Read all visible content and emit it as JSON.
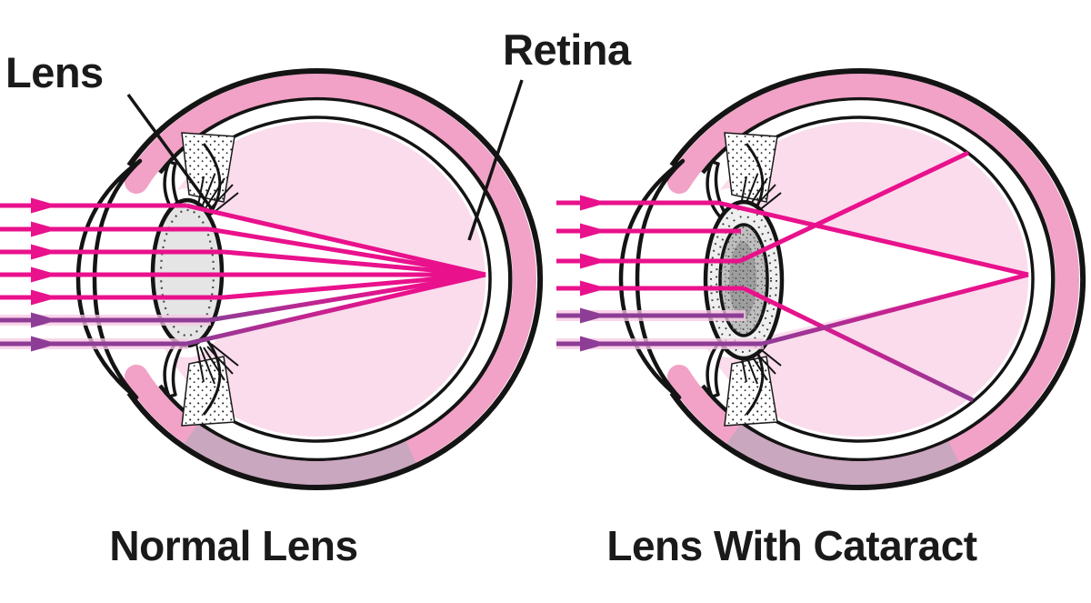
{
  "annotations": {
    "lens_label": "Lens",
    "retina_label": "Retina"
  },
  "panels": {
    "left": {
      "caption": "Normal Lens",
      "lens_state": "clear",
      "incoming_rays": 7
    },
    "right": {
      "caption": "Lens With Cataract",
      "lens_state": "cataract",
      "incoming_rays": 6
    }
  },
  "colors": {
    "magenta": "#E9118C",
    "purple": "#8E3D96",
    "halo": "#F7C8E2",
    "band": "#F2A2C6",
    "band-shadow": "#C9A7BF",
    "vitreous": "#FADCEC",
    "lens-gray": "#E5E5E5",
    "cataract-rim": "#EFEFEF",
    "cataract-core": "#BFBFBF",
    "outline": "#141414",
    "text": "#1A1A1A"
  }
}
